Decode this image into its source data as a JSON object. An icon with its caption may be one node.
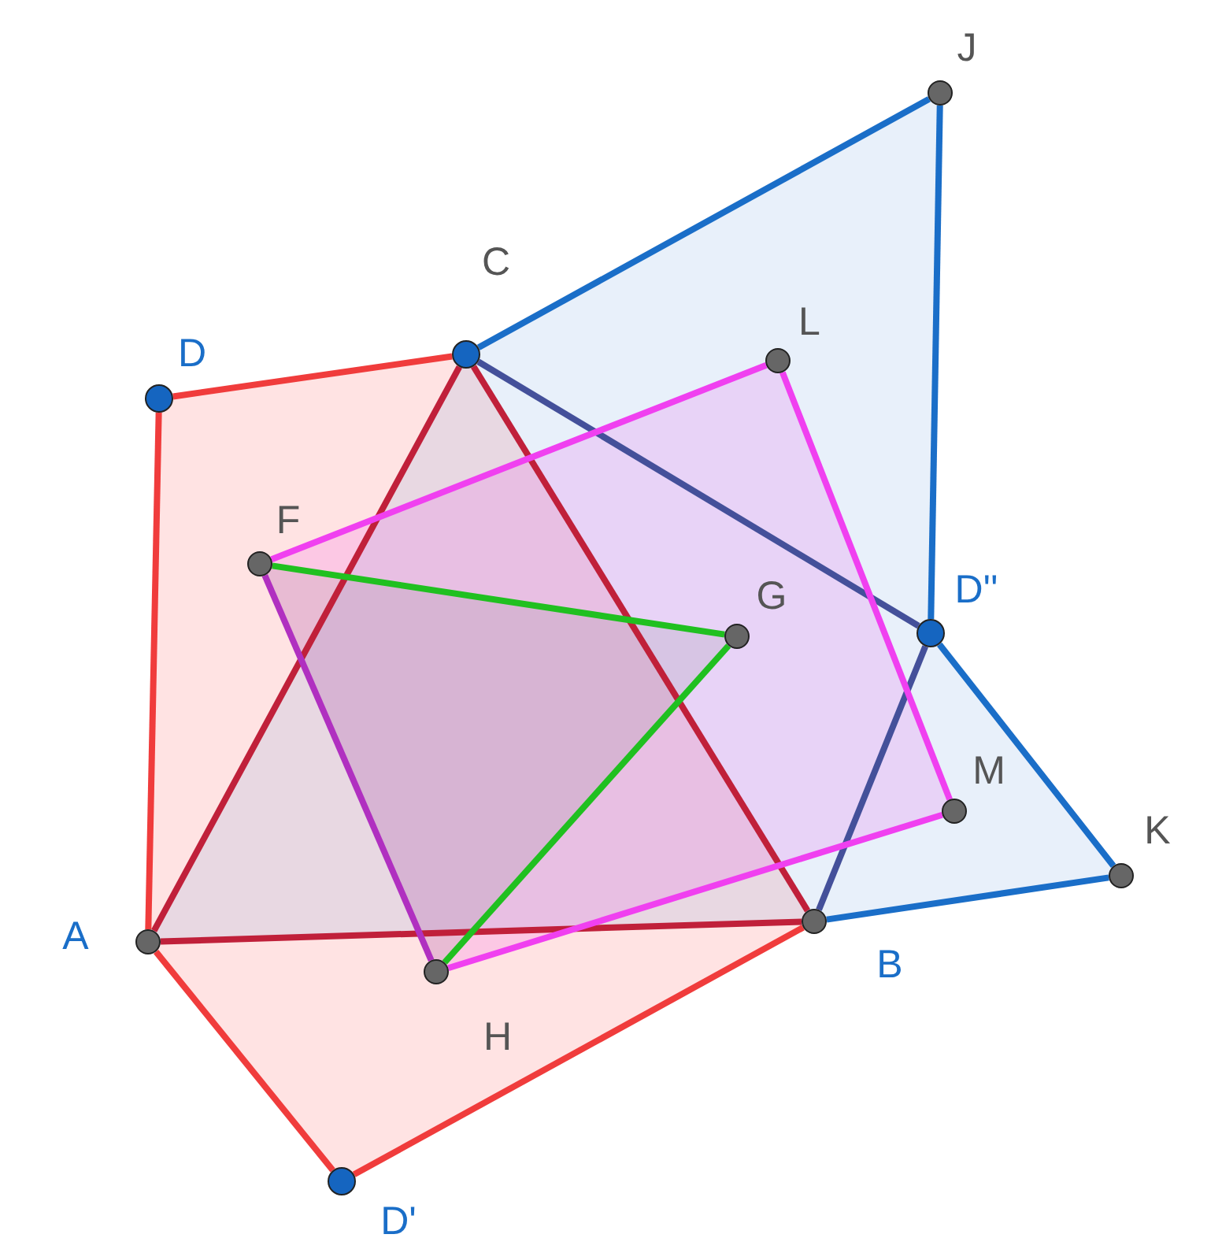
{
  "diagram": {
    "nodes": [
      {
        "text": [
          "J"
        ]
      },
      {
        "text": [
          "C"
        ]
      },
      {
        "text": [
          "L"
        ]
      },
      {
        "text": [
          "D"
        ]
      },
      {
        "text": [
          "F"
        ]
      },
      {
        "text": [
          "G"
        ]
      },
      {
        "text": [
          "D''"
        ]
      },
      {
        "text": [
          "M"
        ]
      },
      {
        "text": [
          "K"
        ]
      },
      {
        "text": [
          "A"
        ]
      },
      {
        "text": [
          "B"
        ]
      },
      {
        "text": [
          "H"
        ]
      },
      {
        "text": [
          "D'"
        ]
      }
    ],
    "edges": [
      {
        "from": 3,
        "to": 1,
        "arrow": "none",
        "color": "#f03c3c"
      },
      {
        "from": 3,
        "to": 9,
        "arrow": "none",
        "color": "#f03c3c"
      },
      {
        "from": 9,
        "to": 12,
        "arrow": "none",
        "color": "#f03c3c"
      },
      {
        "from": 12,
        "to": 10,
        "arrow": "none",
        "color": "#f03c3c"
      },
      {
        "from": 9,
        "to": 1,
        "arrow": "none",
        "color": "#c0203a"
      },
      {
        "from": 1,
        "to": 10,
        "arrow": "none",
        "color": "#c0203a"
      },
      {
        "from": 9,
        "to": 10,
        "arrow": "none",
        "color": "#c0203a"
      },
      {
        "from": 1,
        "to": 0,
        "arrow": "none",
        "color": "#1a6ec8"
      },
      {
        "from": 0,
        "to": 6,
        "arrow": "none",
        "color": "#1a6ec8"
      },
      {
        "from": 6,
        "to": 8,
        "arrow": "none",
        "color": "#1a6ec8"
      },
      {
        "from": 8,
        "to": 10,
        "arrow": "none",
        "color": "#1a6ec8"
      },
      {
        "from": 1,
        "to": 6,
        "arrow": "none",
        "color": "#44509a"
      },
      {
        "from": 6,
        "to": 10,
        "arrow": "none",
        "color": "#44509a"
      },
      {
        "from": 4,
        "to": 2,
        "arrow": "none",
        "color": "#f040f0"
      },
      {
        "from": 2,
        "to": 7,
        "arrow": "none",
        "color": "#f040f0"
      },
      {
        "from": 7,
        "to": 11,
        "arrow": "none",
        "color": "#f040f0"
      },
      {
        "from": 4,
        "to": 11,
        "arrow": "none",
        "color": "#b030c0"
      },
      {
        "from": 4,
        "to": 5,
        "arrow": "none",
        "color": "#20c020"
      },
      {
        "from": 5,
        "to": 11,
        "arrow": "none",
        "color": "#20c020"
      }
    ]
  }
}
